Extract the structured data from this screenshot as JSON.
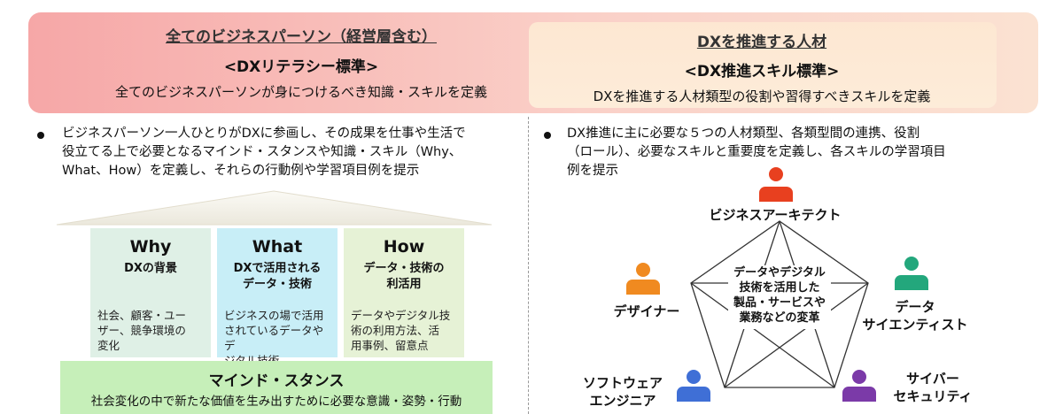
{
  "header": {
    "left": {
      "title": "全てのビジネスパーソン（経営層含む）",
      "subtitle": "<DXリテラシー標準>",
      "description": "全てのビジネスパーソンが身につけるべき知識・スキルを定義"
    },
    "right": {
      "title": "DXを推進する人材",
      "subtitle": "<DX推進スキル標準>",
      "description": "DXを推進する人材類型の役割や習得すべきスキルを定義"
    }
  },
  "left": {
    "bullet": [
      "ビジネスパーソン一人ひとりがDXに参画し、その成果を仕事や生活で",
      "役立てる上で必要となるマインド・スタンスや知識・スキル（Why、",
      "What、How）を定義し、それらの行動例や学習項目例を提示"
    ],
    "pillars": [
      {
        "title": "Why",
        "subtitle": [
          "DXの背景"
        ],
        "description": [
          "社会、顧客・ユー",
          "ザー、競争環境の",
          "変化"
        ],
        "color": "#dff0e6"
      },
      {
        "title": "What",
        "subtitle": [
          "DXで活用される",
          "データ・技術"
        ],
        "description": [
          "ビジネスの場で活用",
          "されているデータやデ",
          "ジタル技術"
        ],
        "color": "#c8eef7"
      },
      {
        "title": "How",
        "subtitle": [
          "データ・技術の",
          "利活用"
        ],
        "description": [
          "データやデジタル技",
          "術の利用方法、活",
          "用事例、留意点"
        ],
        "color": "#e6f2d6"
      }
    ],
    "foundation": {
      "title": "マインド・スタンス",
      "description": "社会変化の中で新たな価値を生み出すために必要な意識・姿勢・行動"
    }
  },
  "right": {
    "bullet": [
      "DX推進に主に必要な５つの人材類型、各類型間の連携、役割",
      "（ロール）、必要なスキルと重要度を定義し、各スキルの学習項目",
      "例を提示"
    ],
    "center": [
      "データやデジタル",
      "技術を活用した",
      "製品・サービスや",
      "業務などの変革"
    ],
    "roles": [
      {
        "label": [
          "ビジネスアーキテクト"
        ],
        "color": "#e8401f",
        "icon": "person-icon"
      },
      {
        "label": [
          "デザイナー"
        ],
        "color": "#f08a20",
        "icon": "person-icon"
      },
      {
        "label": [
          "データ",
          "サイエンティスト"
        ],
        "color": "#23a77c",
        "icon": "person-icon"
      },
      {
        "label": [
          "ソフトウェア",
          "エンジニア"
        ],
        "color": "#3f6fd6",
        "icon": "person-icon"
      },
      {
        "label": [
          "サイバー",
          "セキュリティ"
        ],
        "color": "#7b3aa8",
        "icon": "person-icon"
      }
    ]
  }
}
